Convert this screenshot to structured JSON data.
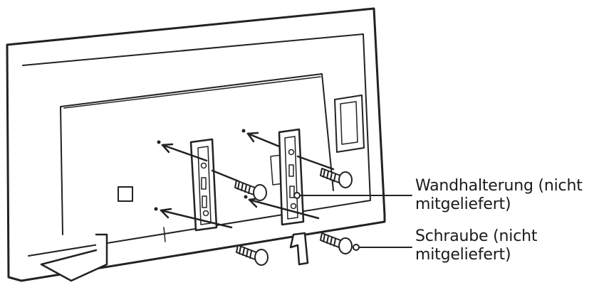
{
  "callouts": {
    "wall_bracket": {
      "line1": "Wandhalterung (nicht",
      "line2": "mitgeliefert)"
    },
    "screw": {
      "line1": "Schraube (nicht",
      "line2": "mitgeliefert)"
    }
  },
  "colors": {
    "stroke": "#222222",
    "fill": "#ffffff",
    "detail": "#555555"
  }
}
